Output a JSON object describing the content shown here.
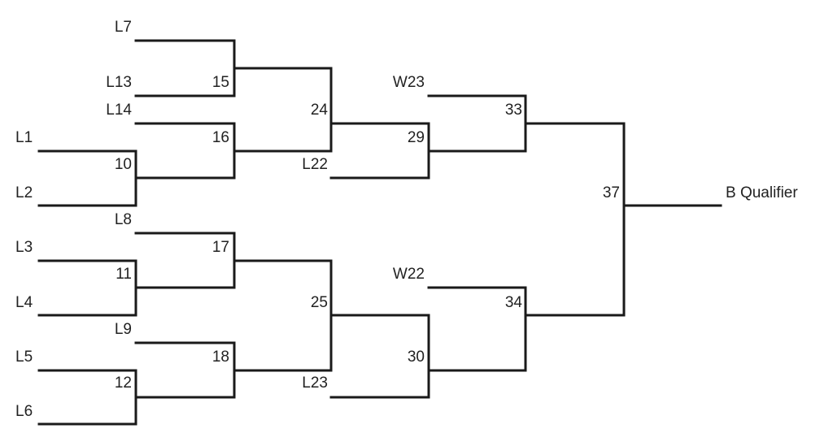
{
  "entries": {
    "l7": "L7",
    "l13": "L13",
    "l14": "L14",
    "l1": "L1",
    "l2": "L2",
    "l8": "L8",
    "l3": "L3",
    "l4": "L4",
    "l9": "L9",
    "l5": "L5",
    "l6": "L6",
    "l22": "L22",
    "l23": "L23",
    "w23": "W23",
    "w22": "W22"
  },
  "games": {
    "g10": "10",
    "g11": "11",
    "g12": "12",
    "g15": "15",
    "g16": "16",
    "g17": "17",
    "g18": "18",
    "g24": "24",
    "g25": "25",
    "g29": "29",
    "g30": "30",
    "g33": "33",
    "g34": "34",
    "g37": "37"
  },
  "result": "B Qualifier"
}
